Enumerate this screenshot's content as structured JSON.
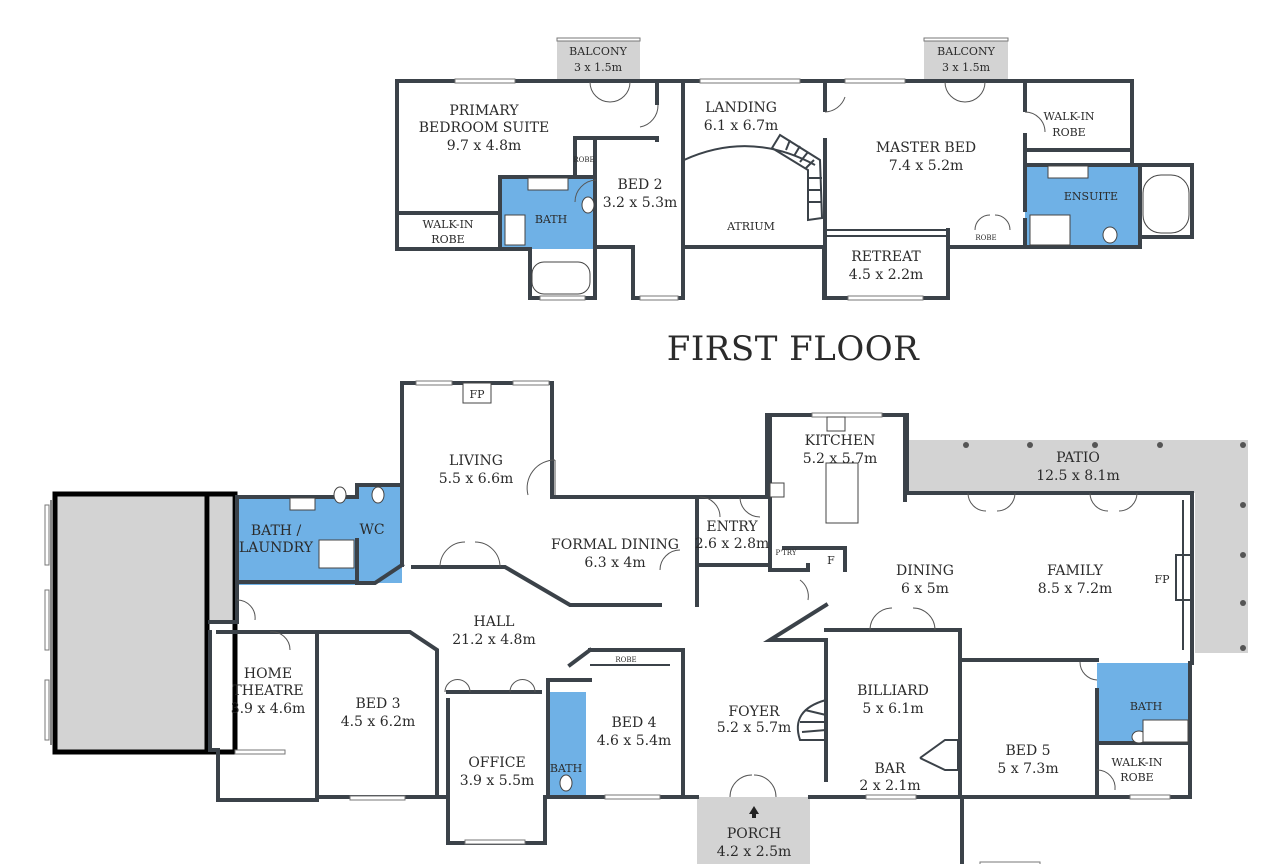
{
  "floor_title": "FIRST FLOOR",
  "first_floor": {
    "balcony_left": {
      "name": "BALCONY",
      "size": "3 x 1.5m"
    },
    "balcony_right": {
      "name": "BALCONY",
      "size": "3 x 1.5m"
    },
    "primary_suite": {
      "name_line1": "PRIMARY",
      "name_line2": "BEDROOM SUITE",
      "size": "9.7 x 4.8m"
    },
    "landing": {
      "name": "LANDING",
      "size": "6.1 x 6.7m"
    },
    "master_bed": {
      "name": "MASTER BED",
      "size": "7.4 x 5.2m"
    },
    "walkin_robe_right": {
      "line1": "WALK-IN",
      "line2": "ROBE"
    },
    "walkin_robe_left": {
      "line1": "WALK-IN",
      "line2": "ROBE"
    },
    "ensuite": {
      "name": "ENSUITE"
    },
    "bath": {
      "name": "BATH"
    },
    "bed2": {
      "name": "BED 2",
      "size": "3.2 x 5.3m"
    },
    "robe_small": "ROBE",
    "robe_master": "ROBE",
    "atrium": "ATRIUM",
    "retreat": {
      "name": "RETREAT",
      "size": "4.5 x 2.2m"
    }
  },
  "ground_floor": {
    "fp_living": "FP",
    "living": {
      "name": "LIVING",
      "size": "5.5 x 6.6m"
    },
    "bath_laundry": {
      "line1": "BATH /",
      "line2": "LAUNDRY"
    },
    "wc": "WC",
    "formal_dining": {
      "name": "FORMAL DINING",
      "size": "6.3 x 4m"
    },
    "entry": {
      "name": "ENTRY",
      "size": "2.6 x 2.8m"
    },
    "kitchen": {
      "name": "KITCHEN",
      "size": "5.2 x 5.7m"
    },
    "pantry": "P'TRY",
    "fridge": "F",
    "patio": {
      "name": "PATIO",
      "size": "12.5 x 8.1m"
    },
    "dining": {
      "name": "DINING",
      "size": "6 x 5m"
    },
    "family": {
      "name": "FAMILY",
      "size": "8.5 x 7.2m"
    },
    "fp_family": "FP",
    "hall": {
      "name": "HALL",
      "size": "21.2 x 4.8m"
    },
    "home_theatre": {
      "line1": "HOME",
      "line2": "THEATRE",
      "size": "3.9 x 4.6m"
    },
    "bed3": {
      "name": "BED 3",
      "size": "4.5 x 6.2m"
    },
    "office": {
      "name": "OFFICE",
      "size": "3.9 x 5.5m"
    },
    "bath": "BATH",
    "bed4": {
      "name": "BED 4",
      "size": "4.6 x 5.4m"
    },
    "robe": "ROBE",
    "foyer": {
      "name": "FOYER",
      "size": "5.2 x 5.7m"
    },
    "billiard": {
      "name": "BILLIARD",
      "size": "5 x 6.1m"
    },
    "bar": {
      "name": "BAR",
      "size": "2 x 2.1m"
    },
    "bath_right": "BATH",
    "walkin_robe": {
      "line1": "WALK-IN",
      "line2": "ROBE"
    },
    "bed5": {
      "name": "BED 5",
      "size": "5 x 7.3m"
    },
    "porch": {
      "name": "PORCH",
      "size": "4.2 x 2.5m"
    }
  },
  "colors": {
    "wall": "#3b4249",
    "wet_area": "#6fb1e6",
    "exterior": "#d3d3d3"
  }
}
